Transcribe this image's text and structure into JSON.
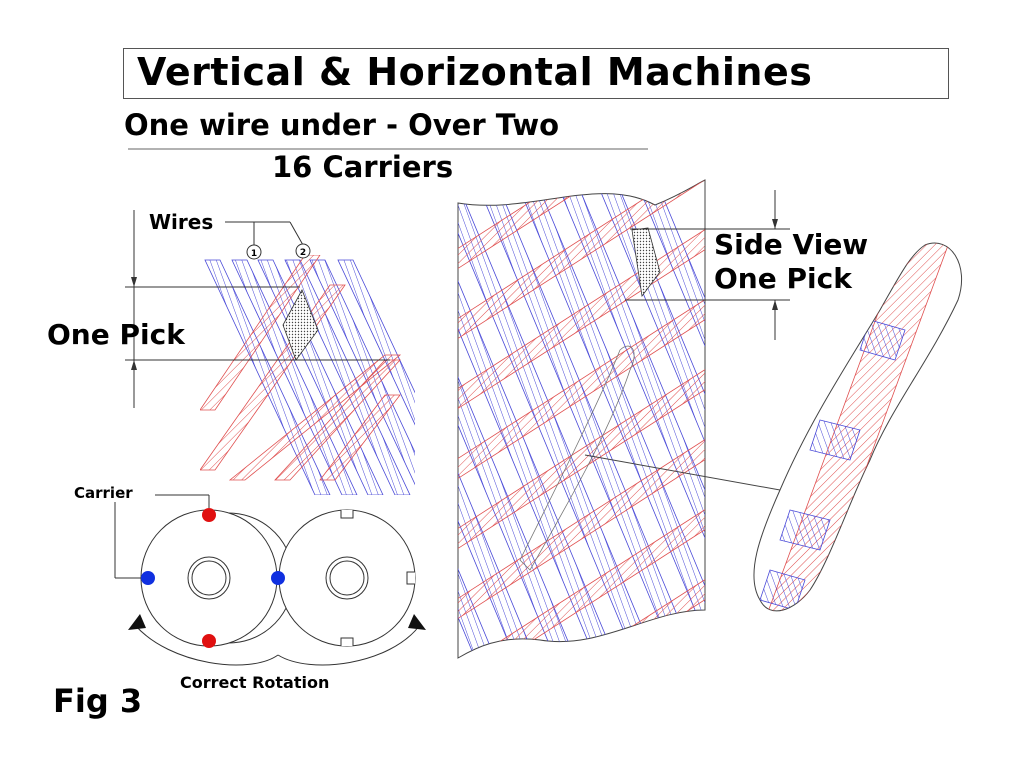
{
  "title": "Vertical & Horizontal Machines",
  "subtitle_line1": "One wire under - Over Two",
  "subtitle_line2": "16 Carriers",
  "labels": {
    "wires": "Wires",
    "wire1": "1",
    "wire2": "2",
    "one_pick": "One Pick",
    "side_view_line1": "Side View",
    "side_view_line2": "One Pick",
    "carrier": "Carrier",
    "correct_rotation": "Correct Rotation",
    "fig": "Fig 3"
  },
  "colors": {
    "wire_a": "#e05050",
    "wire_b": "#4a4ad8",
    "carrier_red": "#e01010",
    "carrier_blue": "#1030e0",
    "line": "#333333"
  }
}
